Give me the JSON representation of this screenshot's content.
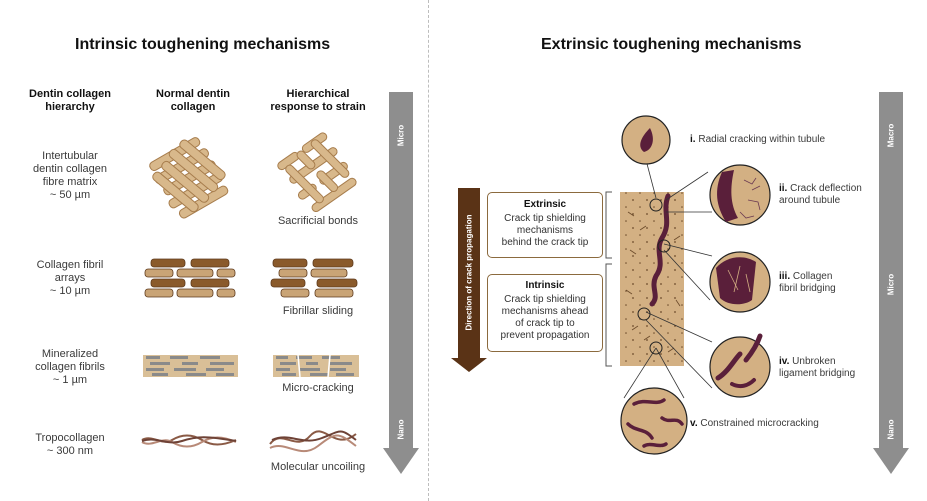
{
  "intrinsic": {
    "title": "Intrinsic toughening mechanisms",
    "headers": [
      "Dentin collagen\nhierarchy",
      "Normal dentin\ncollagen",
      "Hierarchical\nresponse to strain"
    ],
    "levels": [
      {
        "label": "Intertubular\ndentin collagen\nfibre matrix\n~ 50 µm",
        "response": "Sacrificial bonds"
      },
      {
        "label": "Collagen fibril\narrays\n~ 10 µm",
        "response": "Fibrillar sliding"
      },
      {
        "label": "Mineralized\ncollagen fibrils\n~ 1 µm",
        "response": "Micro-cracking"
      },
      {
        "label": "Tropocollagen\n~ 300 nm",
        "response": "Molecular uncoiling"
      }
    ],
    "arrow_top": "Micro",
    "arrow_bottom": "Nano"
  },
  "extrinsic": {
    "title": "Extrinsic toughening mechanisms",
    "direction_label": "Direction of crack propagation",
    "box1": {
      "title": "Extrinsic",
      "text": "Crack tip shielding\nmechanisms\nbehind the crack tip"
    },
    "box2": {
      "title": "Intrinsic",
      "text": "Crack tip shielding\nmechanisms ahead\nof crack tip to\nprevent propagation"
    },
    "callouts": [
      {
        "num": "i.",
        "text": "Radial cracking within tubule"
      },
      {
        "num": "ii.",
        "text": "Crack deflection\naround tubule"
      },
      {
        "num": "iii.",
        "text": "Collagen\nfibril bridging"
      },
      {
        "num": "iv.",
        "text": "Unbroken\nligament bridging"
      },
      {
        "num": "v.",
        "text": "Constrained microcracking"
      }
    ],
    "scale_arrow": [
      "Macro",
      "Micro",
      "Nano"
    ]
  },
  "colors": {
    "tan": "#d3b083",
    "dark_brown": "#8a5a2b",
    "crack": "#5a1f3a",
    "arrow_grey": "#8e8e8e",
    "dark_arrow": "#5a3316"
  }
}
